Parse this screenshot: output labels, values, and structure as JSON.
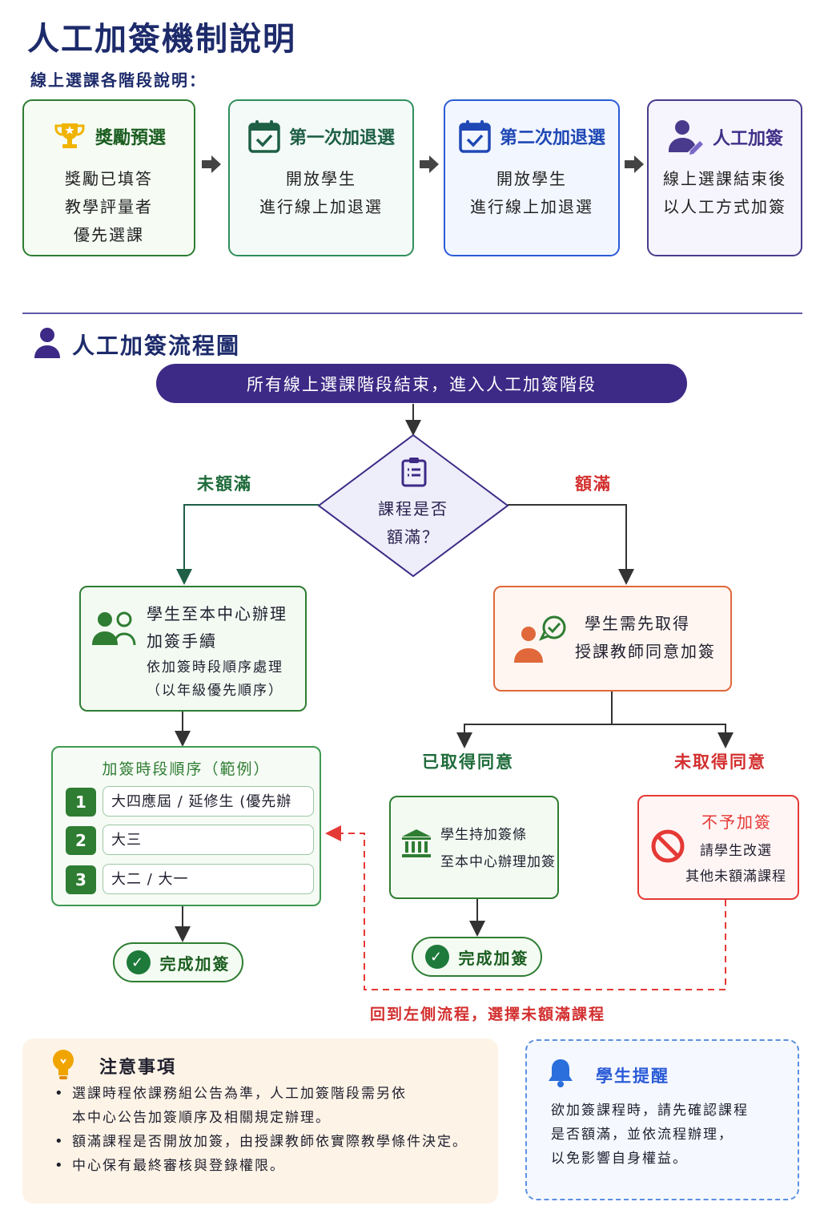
{
  "title": "人工加簽機制說明",
  "subtitle": "線上選課各階段說明：",
  "stages": [
    {
      "title": "獎勵預選",
      "lines": [
        "獎勵已填答",
        "教學評量者",
        "優先選課"
      ],
      "icon": "trophy-icon"
    },
    {
      "title": "第一次加退選",
      "lines": [
        "開放學生",
        "進行線上加退選"
      ],
      "icon": "calendar-check-icon"
    },
    {
      "title": "第二次加退選",
      "lines": [
        "開放學生",
        "進行線上加退選"
      ],
      "icon": "calendar-check-icon"
    },
    {
      "title": "人工加簽",
      "lines": [
        "線上選課結束後",
        "以人工方式加簽"
      ],
      "icon": "person-edit-icon"
    }
  ],
  "flow": {
    "title": "人工加簽流程圖",
    "start": "所有線上選課階段結束，進入人工加簽階段",
    "decision": [
      "課程是否",
      "額滿？"
    ],
    "branch_not_full": "未額滿",
    "branch_full": "額滿",
    "not_full_box": {
      "lines_bold": [
        "學生至本中心辦理",
        "加簽手續"
      ],
      "lines": [
        "依加簽時段順序處理",
        "（以年級優先順序）"
      ]
    },
    "full_box": {
      "lines": [
        "學生需先取得",
        "授課教師同意加簽"
      ]
    },
    "slots": {
      "title": "加簽時段順序（範例）",
      "items": [
        {
          "num": "1",
          "text": "大四應屆 / 延修生 (優先辦理)"
        },
        {
          "num": "2",
          "text": "大三"
        },
        {
          "num": "3",
          "text": "大二 / 大一"
        }
      ]
    },
    "agreed_label": "已取得同意",
    "not_agreed_label": "未取得同意",
    "agreed_box": {
      "lines": [
        "學生持加簽條",
        "至本中心辦理加簽"
      ]
    },
    "deny_box": {
      "title": "不予加簽",
      "lines": [
        "請學生改選",
        "其他未額滿課程"
      ]
    },
    "done": "完成加簽",
    "back_note": "回到左側流程，選擇未額滿課程"
  },
  "notes": {
    "title": "注意事項",
    "items": [
      [
        "選課時程依課務組公告為準，人工加簽階段需另依",
        "本中心公告加簽順序及相關規定辦理。"
      ],
      [
        "額滿課程是否開放加簽，由授課教師依實際教學條件決定。"
      ],
      [
        "中心保有最終審核與登錄權限。"
      ]
    ]
  },
  "reminder": {
    "title": "學生提醒",
    "lines": [
      "欲加簽課程時，請先確認課程",
      "是否額滿，並依流程辦理，",
      "以免影響自身權益。"
    ]
  },
  "colors": {
    "primary": "#3d2a86",
    "green": "#2e7d32",
    "orange": "#e0683a",
    "red": "#e53935",
    "blue": "#2a5bd7"
  }
}
